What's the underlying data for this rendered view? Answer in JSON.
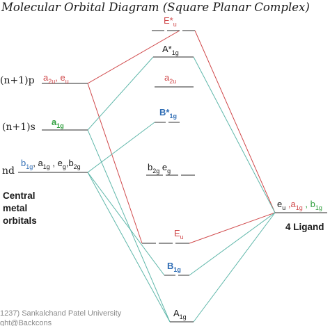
{
  "colors": {
    "red": "#d0494b",
    "green": "#2e9e3c",
    "blue": "#2f6db5",
    "teal": "#5fb7aa",
    "black": "#1a1a1a",
    "gray": "#8a8a8a"
  },
  "title": "Molecular Orbital Diagram (Square Planar Complex)",
  "metal": {
    "np": {
      "row_label": "(n+1)p",
      "parts": [
        {
          "t": "a",
          "sub": "2u",
          "c": "red"
        },
        {
          "t": ", e",
          "sub": "u",
          "c": "red"
        }
      ]
    },
    "ns": {
      "row_label": "(n+1)s",
      "parts": [
        {
          "t": "a",
          "sub": "1g",
          "c": "green"
        }
      ]
    },
    "nd": {
      "row_label": "nd",
      "parts": [
        {
          "t": "b",
          "sub": "1g",
          "c": "blue"
        },
        {
          "t": ", a",
          "sub": "1g",
          "c": "black"
        },
        {
          "t": " , e",
          "sub": "g",
          "c": "black"
        },
        {
          "t": ",b",
          "sub": "2g",
          "c": "black"
        }
      ]
    },
    "caption": [
      "Central",
      "metal",
      "orbitals"
    ]
  },
  "mo": {
    "Eu_star": {
      "parts": [
        {
          "t": "E*",
          "sub": "u",
          "c": "red"
        }
      ]
    },
    "A1g_star": {
      "parts": [
        {
          "t": "A*",
          "sub": "1g",
          "c": "black"
        }
      ]
    },
    "a2u": {
      "parts": [
        {
          "t": "a",
          "sub": "2u",
          "c": "red"
        }
      ]
    },
    "B1g_star": {
      "parts": [
        {
          "t": "B*",
          "sub": "1g",
          "c": "blue"
        }
      ]
    },
    "nonbond": {
      "parts": [
        {
          "t": "b",
          "sub": "2g",
          "c": "black"
        },
        {
          "t": "  e",
          "sub": "g",
          "c": "black"
        }
      ]
    },
    "Eu": {
      "parts": [
        {
          "t": "E",
          "sub": "u",
          "c": "red"
        }
      ]
    },
    "B1g": {
      "parts": [
        {
          "t": "B",
          "sub": "1g",
          "c": "blue"
        }
      ]
    },
    "A1g": {
      "parts": [
        {
          "t": "A",
          "sub": "1g",
          "c": "black"
        }
      ]
    }
  },
  "ligand": {
    "parts": [
      {
        "t": "e",
        "sub": "u",
        "c": "black"
      },
      {
        "t": " ,a",
        "sub": "1g",
        "c": "red"
      },
      {
        "t": " , b",
        "sub": "1g",
        "c": "green"
      }
    ],
    "caption": "4 Ligand"
  },
  "watermark": [
    "1237) Sankalchand Patel University",
    "ght@Backcons"
  ]
}
